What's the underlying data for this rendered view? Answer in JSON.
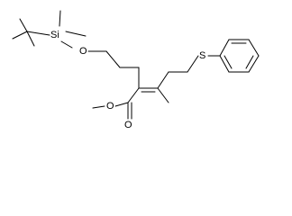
{
  "molecule": {
    "atoms": {
      "si": "Si",
      "o_silyl": "O",
      "s": "S",
      "o_ester_single": "O",
      "o_ester_double": "O"
    }
  }
}
